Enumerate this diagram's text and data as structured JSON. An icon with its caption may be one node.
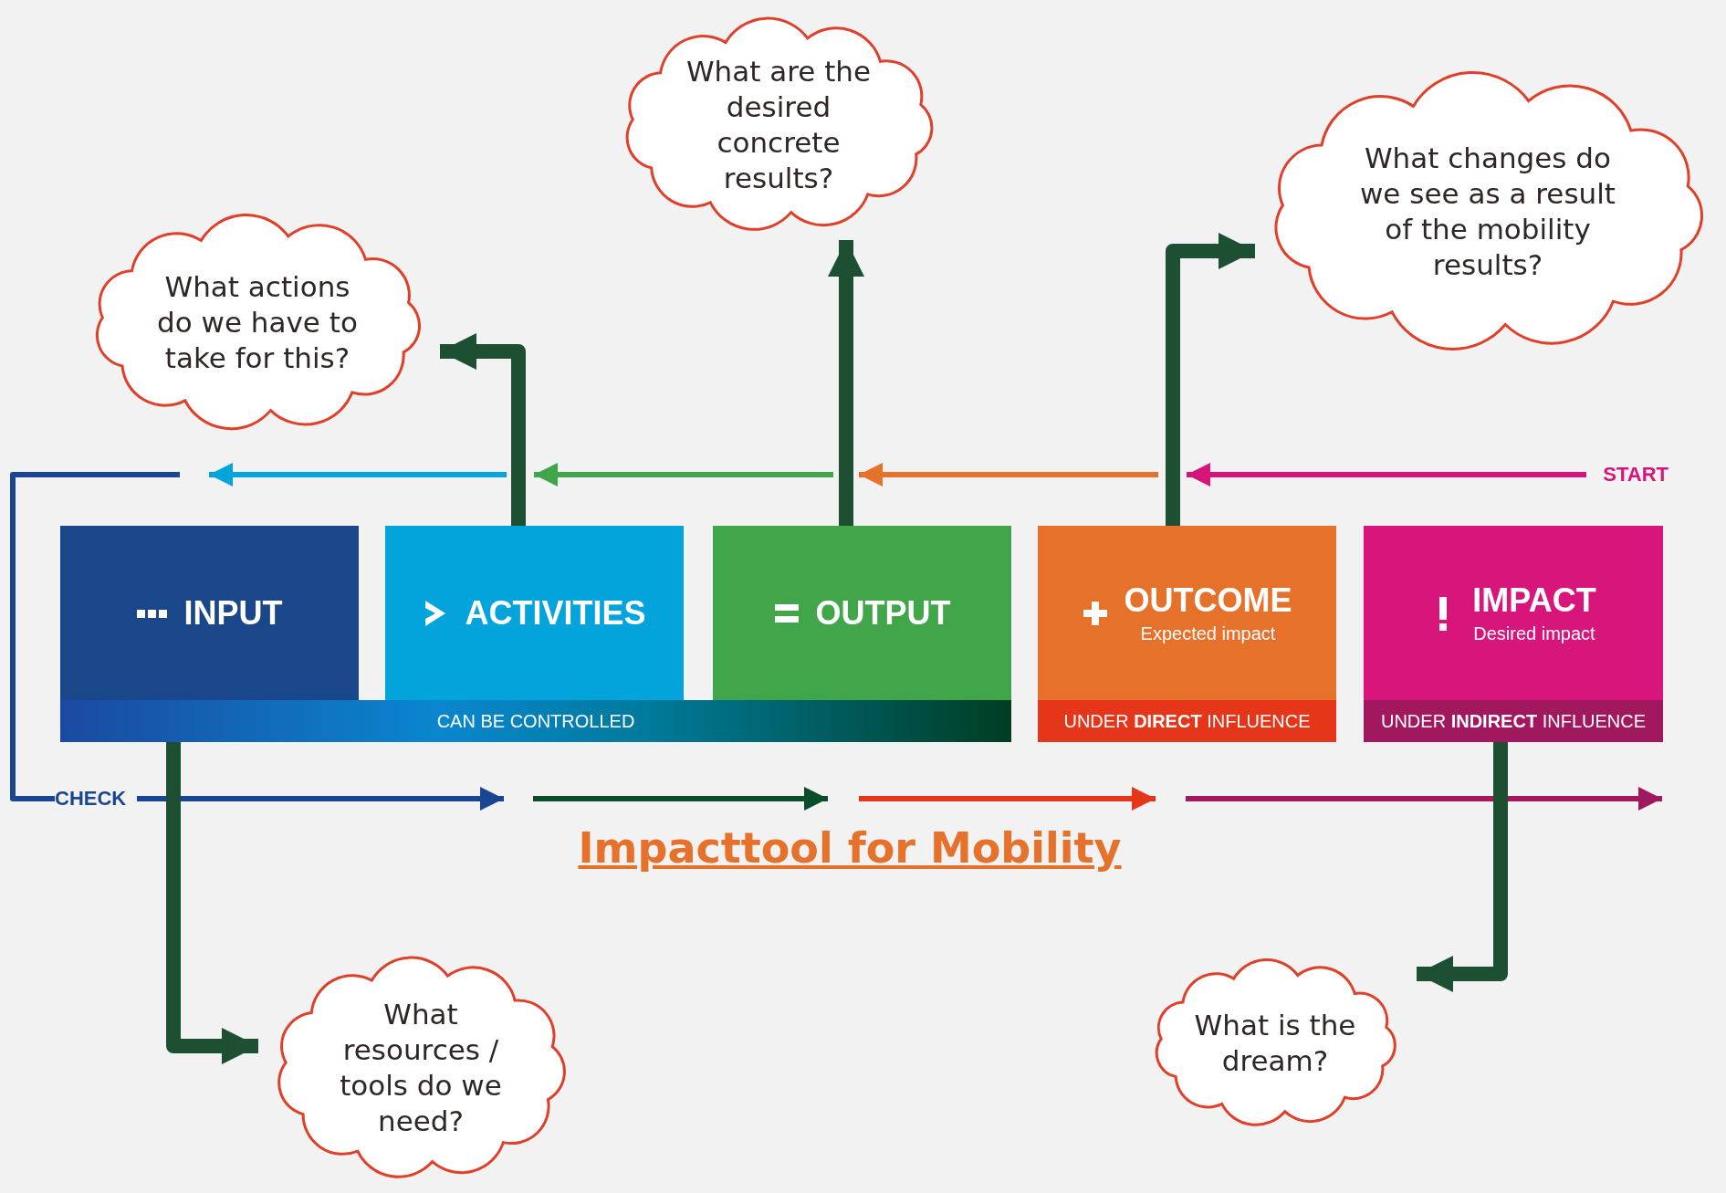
{
  "diagram": {
    "title": "Impacttool for Mobility",
    "nodes": [
      {
        "text": [
          "INPUT"
        ]
      },
      {
        "text": [
          "ACTIVITIES"
        ]
      },
      {
        "text": [
          "OUTPUT"
        ]
      },
      {
        "text": [
          "OUTCOME",
          "Expected impact"
        ]
      },
      {
        "text": [
          "IMPACT",
          "Desired impact"
        ]
      },
      {
        "text": [
          "CAN BE CONTROLLED"
        ]
      },
      {
        "text": [
          "UNDER **DIRECT** INFLUENCE"
        ]
      },
      {
        "text": [
          "UNDER **INDIRECT** INFLUENCE"
        ]
      },
      {
        "text": [
          "What actions do we have to take for this?"
        ]
      },
      {
        "text": [
          "What are the desired concrete results?"
        ]
      },
      {
        "text": [
          "What changes do we see as a result of the mobility results?"
        ]
      },
      {
        "text": [
          "What resources / tools do we need?"
        ]
      },
      {
        "text": [
          "What is the dream?"
        ]
      },
      {
        "text": [
          "START"
        ]
      },
      {
        "text": [
          "CHECK"
        ]
      }
    ],
    "edges": [
      {
        "from": 13,
        "to": 3,
        "arrow": "to",
        "color": "#d6157a"
      },
      {
        "from": null,
        "to": 14,
        "arrow": "none",
        "color": "#1a4592"
      },
      {
        "from": 14,
        "to": null,
        "arrow": "to",
        "color": "#1a4592"
      },
      {
        "from": 1,
        "to": 8,
        "arrow": "to"
      },
      {
        "from": 2,
        "to": 9,
        "arrow": "to"
      },
      {
        "from": 3,
        "to": 10,
        "arrow": "to"
      },
      {
        "from": 5,
        "to": 11,
        "arrow": "to"
      },
      {
        "from": 7,
        "to": 12,
        "arrow": "to"
      }
    ]
  }
}
